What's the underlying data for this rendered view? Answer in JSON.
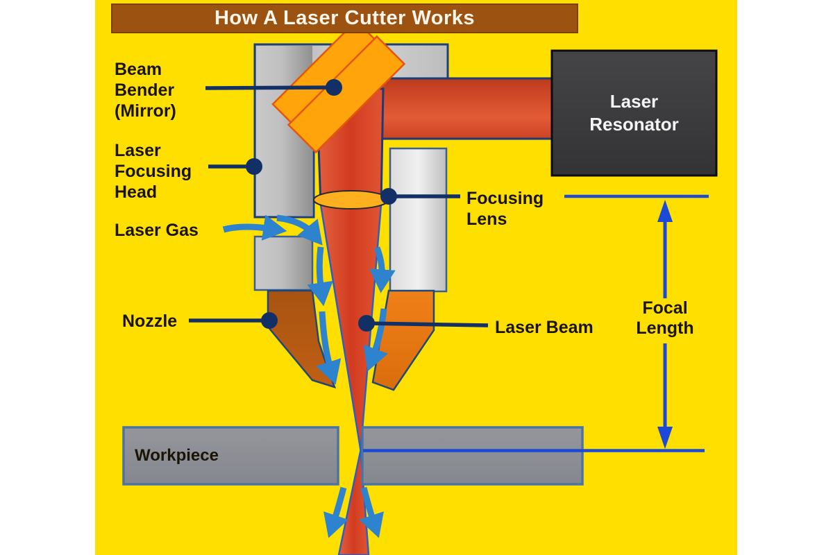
{
  "title": "How A Laser Cutter Works",
  "labels": {
    "beam_bender": "Beam\nBender\n(Mirror)",
    "focusing_head": "Laser\nFocusing\nHead",
    "laser_gas": "Laser Gas",
    "nozzle": "Nozzle",
    "workpiece": "Workpiece",
    "focusing_lens": "Focusing\nLens",
    "laser_beam": "Laser Beam",
    "focal_length": "Focal\nLength",
    "laser_resonator": "Laser\nResonator"
  },
  "colors": {
    "canvas_yellow": "#ffdf00",
    "title_bar_brown": "#9c5210",
    "beam_red": "#d84527",
    "mirror_orange": "#ffa40a",
    "lens_orange": "#ffb01e",
    "nozzle_left_orange": "#b25812",
    "nozzle_right_orange": "#ea7a10",
    "metal_gray": "#b5b5b5",
    "right_column_gray": "#e2e2e2",
    "workpiece_gray": "#8d9099",
    "resonator_dark_gray": "#3b3b3d",
    "leader_navy": "#123066",
    "gas_arrow_blue": "#2e83cf",
    "focal_arrow_blue": "#1d49d8",
    "label_black": "#191406",
    "title_text_white": "#fdf6ea"
  }
}
